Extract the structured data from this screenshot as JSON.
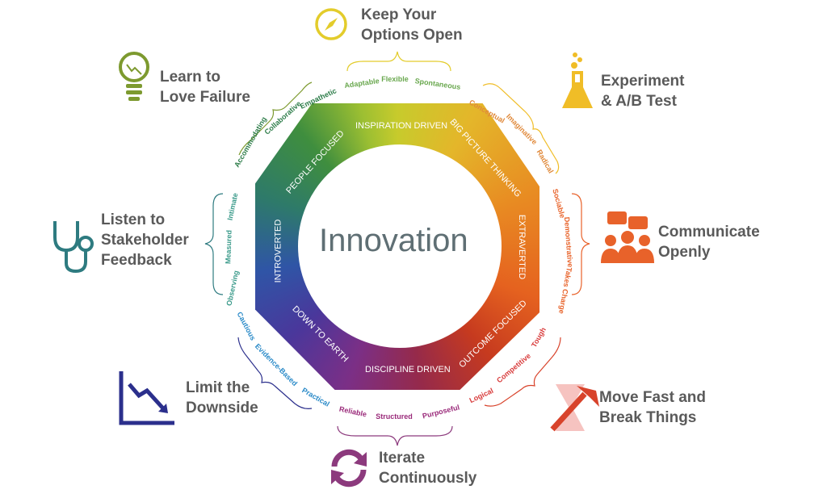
{
  "center_title": "Innovation",
  "segments": {
    "top": "INSPIRATION DRIVEN",
    "top_right": "BIG PICTURE THINKING",
    "right": "EXTRAVERTED",
    "bottom_right": "OUTCOME FOCUSED",
    "bottom": "DISCIPLINE DRIVEN",
    "bottom_left": "DOWN TO EARTH",
    "left": "INTROVERTED",
    "top_left": "PEOPLE FOCUSED"
  },
  "traits": {
    "options": [
      "Adaptable",
      "Flexible",
      "Spontaneous"
    ],
    "experiment": [
      "Conceptual",
      "Imaginative",
      "Radical"
    ],
    "communicate": [
      "Sociable",
      "Demonstrative",
      "Takes Charge"
    ],
    "move_fast": [
      "Tough",
      "Competitive",
      "Logical"
    ],
    "iterate": [
      "Purposeful",
      "Structured",
      "Reliable"
    ],
    "downside": [
      "Practical",
      "Evidence-Based",
      "Cautious"
    ],
    "listen": [
      "Observing",
      "Measured",
      "Intimate"
    ],
    "failure": [
      "Accommodating",
      "Collaborative",
      "Empathetic"
    ]
  },
  "practices": {
    "options": [
      "Keep Your",
      "Options Open"
    ],
    "failure": [
      "Learn to",
      "Love Failure"
    ],
    "experiment": [
      "Experiment",
      "& A/B Test"
    ],
    "communicate": [
      "Communicate",
      "Openly"
    ],
    "listen": [
      "Listen to",
      "Stakeholder",
      "Feedback"
    ],
    "downside": [
      "Limit the",
      "Downside"
    ],
    "move_fast": [
      "Move Fast and",
      "Break Things"
    ],
    "iterate": [
      "Iterate",
      "Continuously"
    ]
  },
  "icons": {
    "options": "compass-icon",
    "failure": "lightbulb-icon",
    "experiment": "flask-icon",
    "communicate": "team-chat-icon",
    "listen": "stethoscope-icon",
    "downside": "declining-chart-icon",
    "move_fast": "hammer-hourglass-icon",
    "iterate": "cycle-arrows-icon"
  },
  "colors": {
    "options": "#e3cc2b",
    "failure": "#7d9a2f",
    "experiment": "#f0bd27",
    "communicate": "#e8622a",
    "listen": "#2e7b80",
    "downside": "#2b2f8c",
    "move_fast": "#d8432b",
    "iterate": "#8c3a7d",
    "text": "#5a5a5a"
  }
}
